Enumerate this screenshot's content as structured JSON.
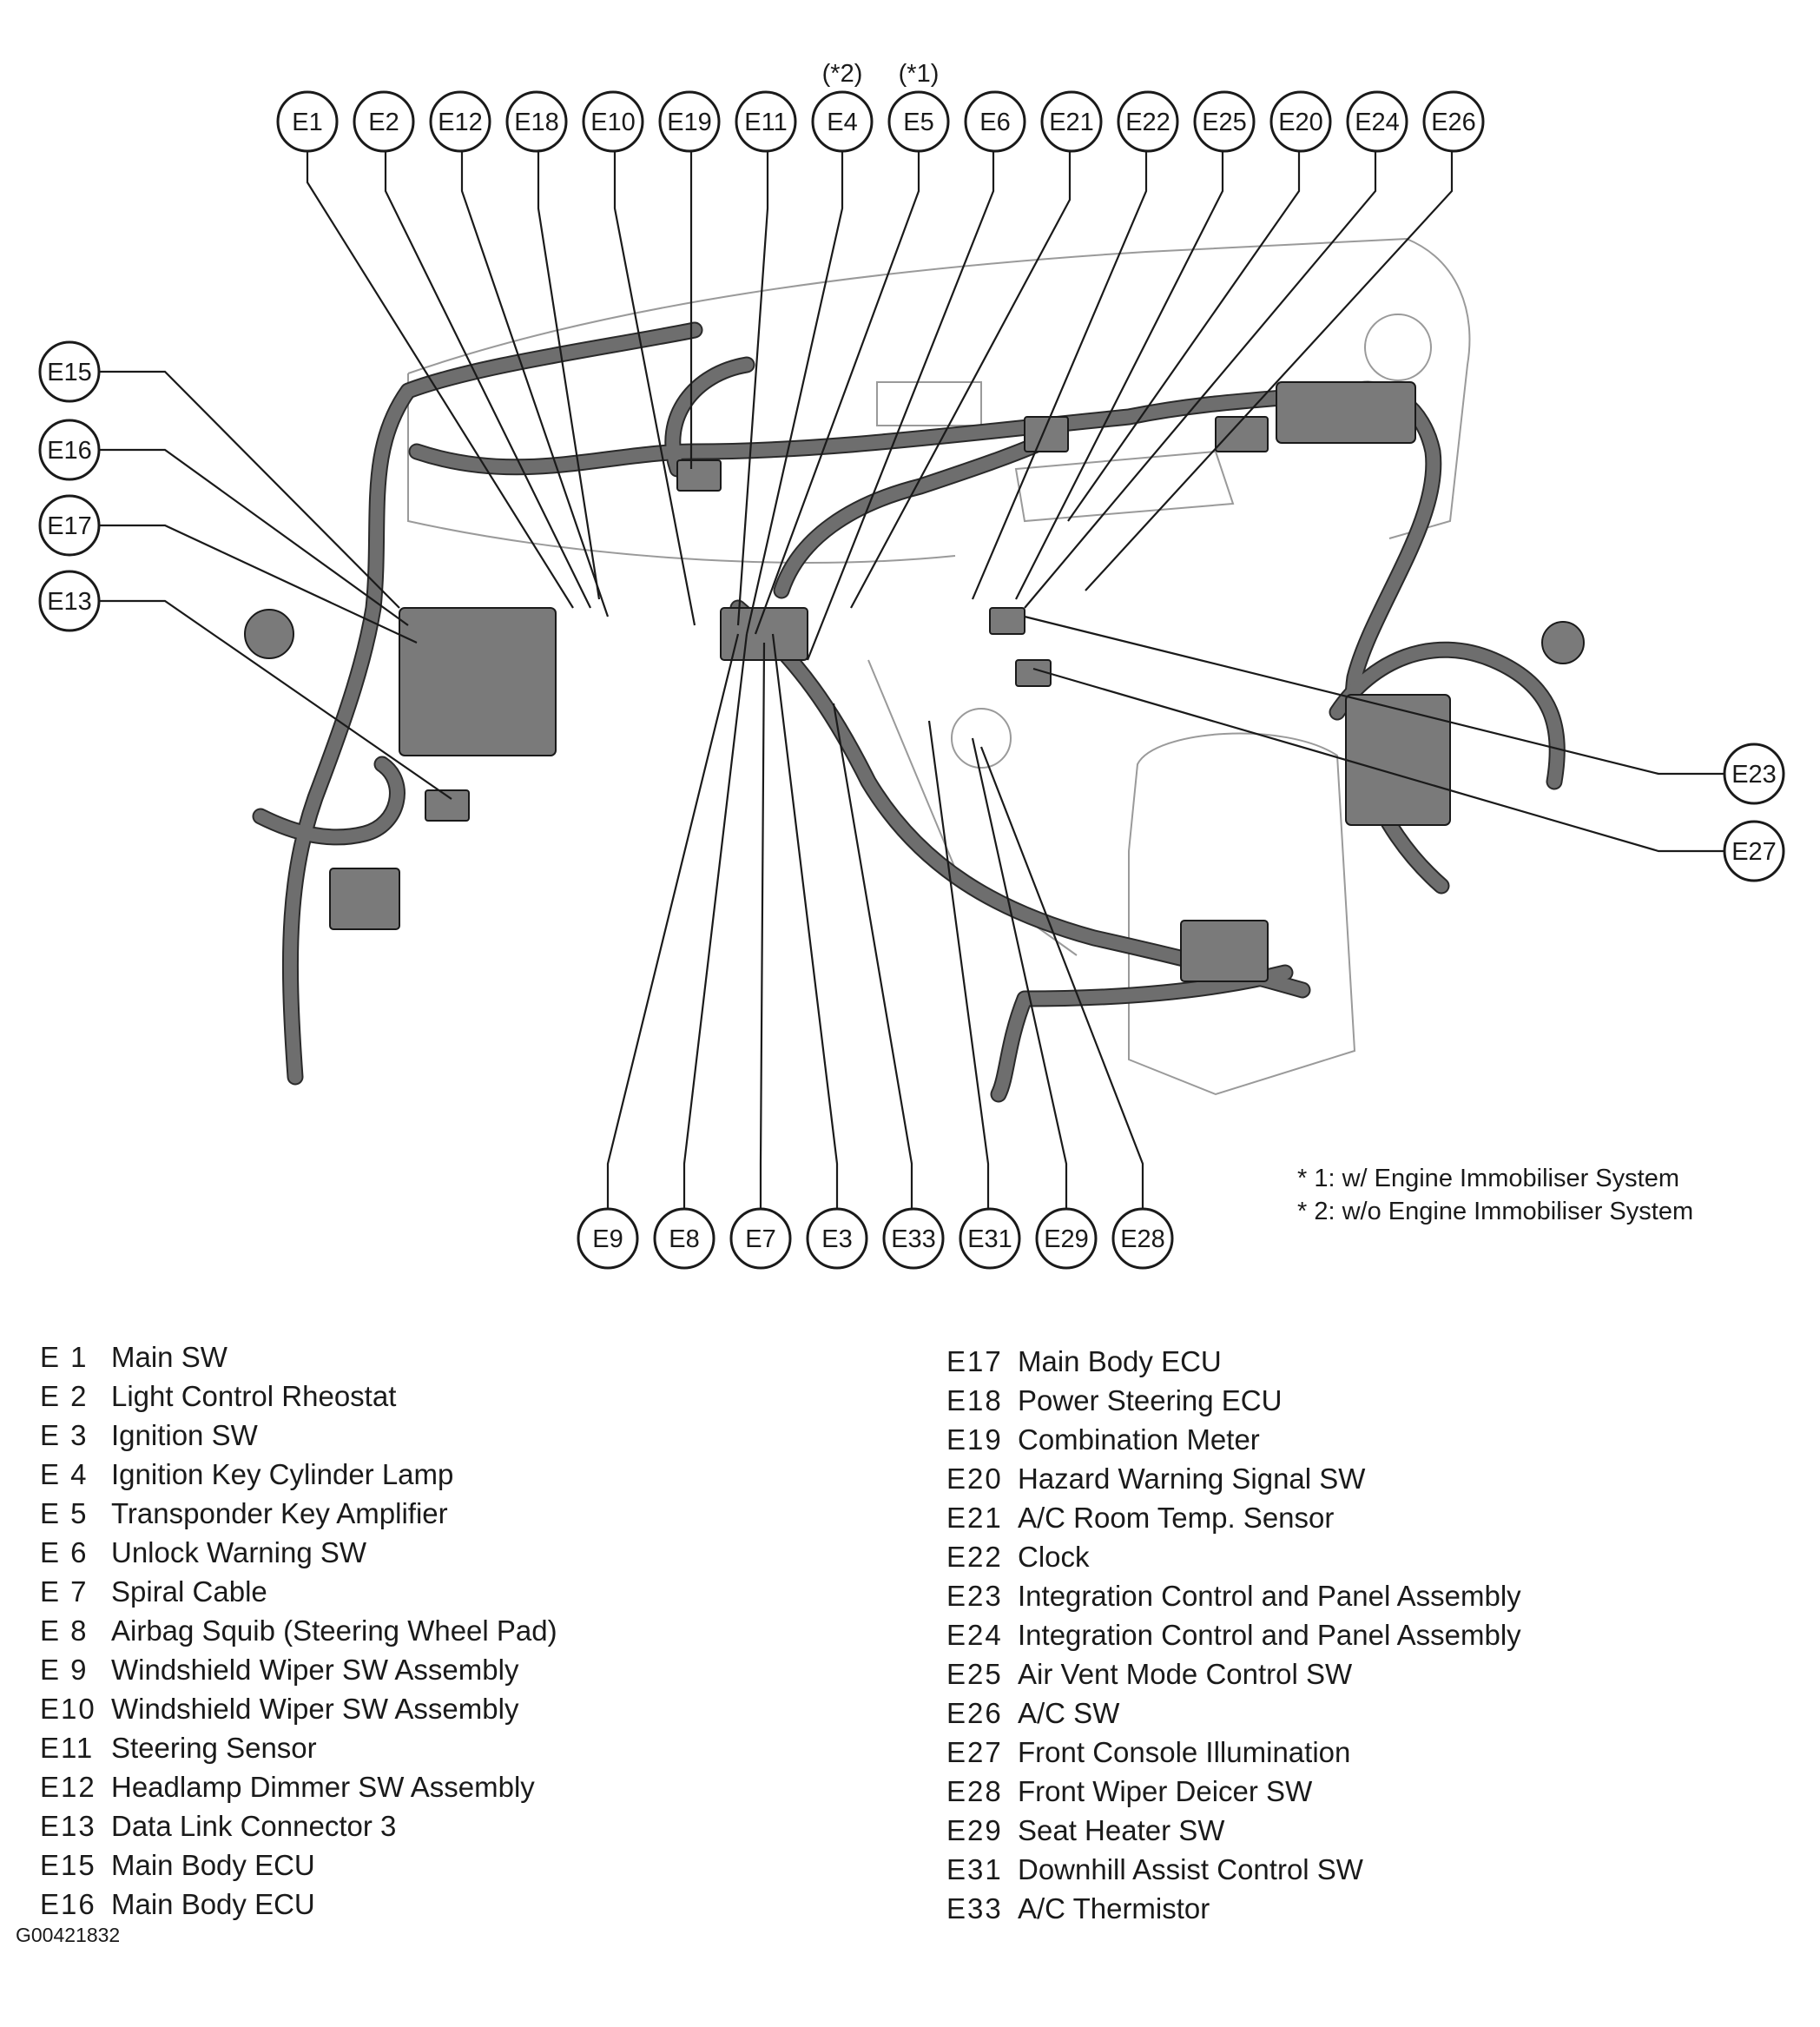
{
  "diagram": {
    "callouts_top": [
      {
        "code": "E1"
      },
      {
        "code": "E2"
      },
      {
        "code": "E12"
      },
      {
        "code": "E18"
      },
      {
        "code": "E10"
      },
      {
        "code": "E19"
      },
      {
        "code": "E11"
      },
      {
        "code": "E4",
        "note": "(*2)"
      },
      {
        "code": "E5",
        "note": "(*1)"
      },
      {
        "code": "E6"
      },
      {
        "code": "E21"
      },
      {
        "code": "E22"
      },
      {
        "code": "E25"
      },
      {
        "code": "E20"
      },
      {
        "code": "E24"
      },
      {
        "code": "E26"
      }
    ],
    "callouts_left": [
      {
        "code": "E15"
      },
      {
        "code": "E16"
      },
      {
        "code": "E17"
      },
      {
        "code": "E13"
      }
    ],
    "callouts_right": [
      {
        "code": "E23"
      },
      {
        "code": "E27"
      }
    ],
    "callouts_bottom": [
      {
        "code": "E9"
      },
      {
        "code": "E8"
      },
      {
        "code": "E7"
      },
      {
        "code": "E3"
      },
      {
        "code": "E33"
      },
      {
        "code": "E31"
      },
      {
        "code": "E29"
      },
      {
        "code": "E28"
      }
    ],
    "notes": [
      "* 1: w/  Engine Immobiliser System",
      "* 2: w/o Engine Immobiliser System"
    ]
  },
  "legend": {
    "left": [
      {
        "code": "E  1",
        "name": "Main SW"
      },
      {
        "code": "E  2",
        "name": "Light Control Rheostat"
      },
      {
        "code": "E  3",
        "name": "Ignition SW"
      },
      {
        "code": "E  4",
        "name": "Ignition Key Cylinder Lamp"
      },
      {
        "code": "E  5",
        "name": "Transponder Key Amplifier"
      },
      {
        "code": "E  6",
        "name": "Unlock Warning SW"
      },
      {
        "code": "E  7",
        "name": "Spiral Cable"
      },
      {
        "code": "E  8",
        "name": "Airbag Squib (Steering Wheel Pad)"
      },
      {
        "code": "E  9",
        "name": "Windshield Wiper SW Assembly"
      },
      {
        "code": "E10",
        "name": "Windshield Wiper SW Assembly"
      },
      {
        "code": "E11",
        "name": "Steering Sensor"
      },
      {
        "code": "E12",
        "name": "Headlamp Dimmer SW Assembly"
      },
      {
        "code": "E13",
        "name": "Data Link Connector 3"
      },
      {
        "code": "E15",
        "name": "Main Body ECU"
      },
      {
        "code": "E16",
        "name": "Main Body ECU"
      }
    ],
    "right": [
      {
        "code": "E17",
        "name": "Main Body ECU"
      },
      {
        "code": "E18",
        "name": "Power Steering ECU"
      },
      {
        "code": "E19",
        "name": "Combination Meter"
      },
      {
        "code": "E20",
        "name": "Hazard Warning Signal SW"
      },
      {
        "code": "E21",
        "name": "A/C Room Temp. Sensor"
      },
      {
        "code": "E22",
        "name": "Clock"
      },
      {
        "code": "E23",
        "name": "Integration Control and Panel Assembly"
      },
      {
        "code": "E24",
        "name": "Integration Control and Panel Assembly"
      },
      {
        "code": "E25",
        "name": "Air Vent Mode Control SW"
      },
      {
        "code": "E26",
        "name": "A/C SW"
      },
      {
        "code": "E27",
        "name": "Front Console Illumination"
      },
      {
        "code": "E28",
        "name": "Front Wiper Deicer SW"
      },
      {
        "code": "E29",
        "name": "Seat Heater SW"
      },
      {
        "code": "E31",
        "name": "Downhill Assist Control SW"
      },
      {
        "code": "E33",
        "name": "A/C Thermistor"
      }
    ]
  },
  "figure_id": "G00421832"
}
